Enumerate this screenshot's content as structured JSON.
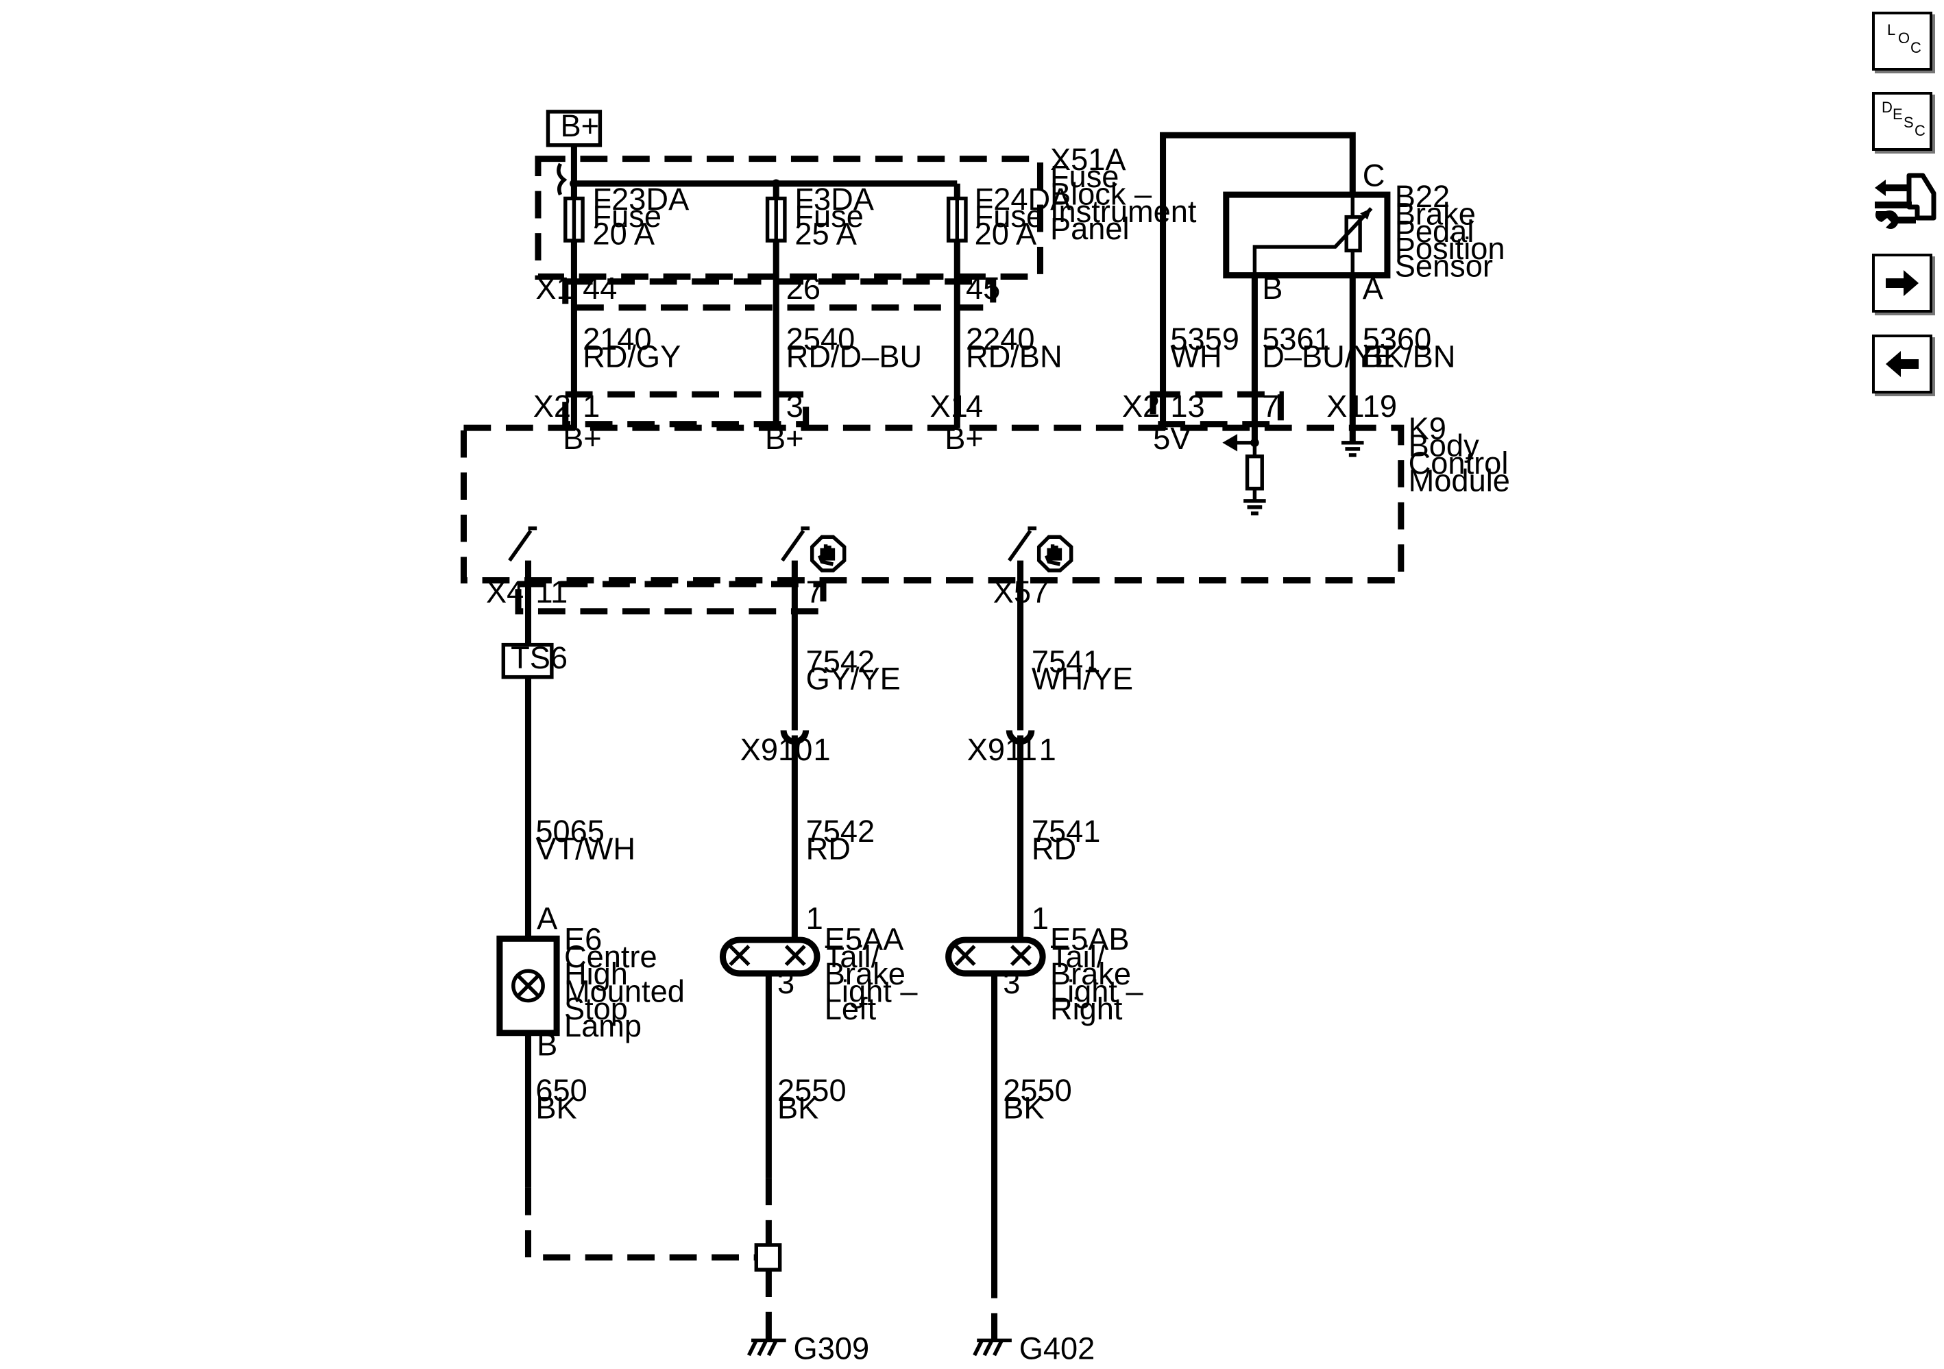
{
  "supply": {
    "label": "B+"
  },
  "fuse_block": {
    "name": "X51A",
    "desc": [
      "Fuse",
      "Block –",
      "Instrument",
      "Panel"
    ],
    "fuses": [
      {
        "id": "F23DA",
        "type": "Fuse",
        "rating": "20 A",
        "pin": "44"
      },
      {
        "id": "F3DA",
        "type": "Fuse",
        "rating": "25 A",
        "pin": "26"
      },
      {
        "id": "F24DA",
        "type": "Fuse",
        "rating": "20 A",
        "pin": "45"
      }
    ],
    "connector": "X1"
  },
  "feed_wires": [
    {
      "circuit": "2140",
      "color": "RD/GY"
    },
    {
      "circuit": "2540",
      "color": "RD/D–BU"
    },
    {
      "circuit": "2240",
      "color": "RD/BN"
    }
  ],
  "sensor": {
    "name": "B22",
    "desc": [
      "Brake",
      "Pedal",
      "Position",
      "Sensor"
    ],
    "pins": {
      "c": "C",
      "b": "B",
      "a": "A"
    },
    "wires": [
      {
        "circuit": "5359",
        "color": "WH"
      },
      {
        "circuit": "5361",
        "color": "D–BU/YE"
      },
      {
        "circuit": "5360",
        "color": "BK/BN"
      }
    ]
  },
  "bcm": {
    "name": "K9",
    "desc": [
      "Body",
      "Control",
      "Module"
    ],
    "inputs": [
      {
        "connector": "X2",
        "pin": "1",
        "label": "B+"
      },
      {
        "connector": "",
        "pin": "3",
        "label": "B+"
      },
      {
        "connector": "X1",
        "pin": "4",
        "label": "B+"
      },
      {
        "connector": "X2",
        "pin": "13",
        "label": "5V"
      },
      {
        "connector": "",
        "pin": "7",
        "label": ""
      },
      {
        "connector": "X1",
        "pin": "19",
        "label": ""
      }
    ],
    "outputs": [
      {
        "connector": "X4",
        "pin": "11"
      },
      {
        "connector": "",
        "pin": "7"
      },
      {
        "connector": "X5",
        "pin": "7"
      }
    ]
  },
  "splice": {
    "label": "TS6"
  },
  "stop_lamp_wires": [
    {
      "circuit": "5065",
      "color": "VT/WH"
    },
    {
      "circuit": "650",
      "color": "BK"
    }
  ],
  "stop_lamp": {
    "name": "E6",
    "desc": [
      "Centre",
      "High",
      "Mounted",
      "Stop",
      "Lamp"
    ],
    "pin_a": "A",
    "pin_b": "B"
  },
  "left_branch": {
    "wire1": {
      "circuit": "7542",
      "color": "GY/YE"
    },
    "inline": {
      "name": "X910",
      "pin": "1"
    },
    "wire2": {
      "circuit": "7542",
      "color": "RD"
    },
    "lamp": {
      "name": "E5AA",
      "desc": [
        "Tail/",
        "Brake",
        "Light –",
        "Left"
      ],
      "pin_in": "1",
      "pin_out": "3"
    },
    "ground_wire": {
      "circuit": "2550",
      "color": "BK"
    },
    "ground": "G309"
  },
  "right_branch": {
    "wire1": {
      "circuit": "7541",
      "color": "WH/YE"
    },
    "inline": {
      "name": "X911",
      "pin": "1"
    },
    "wire2": {
      "circuit": "7541",
      "color": "RD"
    },
    "lamp": {
      "name": "E5AB",
      "desc": [
        "Tail/",
        "Brake",
        "Light –",
        "Right"
      ],
      "pin_in": "1",
      "pin_out": "3"
    },
    "ground_wire": {
      "circuit": "2550",
      "color": "BK"
    },
    "ground": "G402"
  },
  "nav": {
    "loc": [
      "L",
      "O",
      "C"
    ],
    "desc": [
      "D",
      "E",
      "S",
      "C"
    ],
    "icons": [
      "connector-tool-icon",
      "forward-arrow-icon",
      "back-arrow-icon"
    ]
  }
}
